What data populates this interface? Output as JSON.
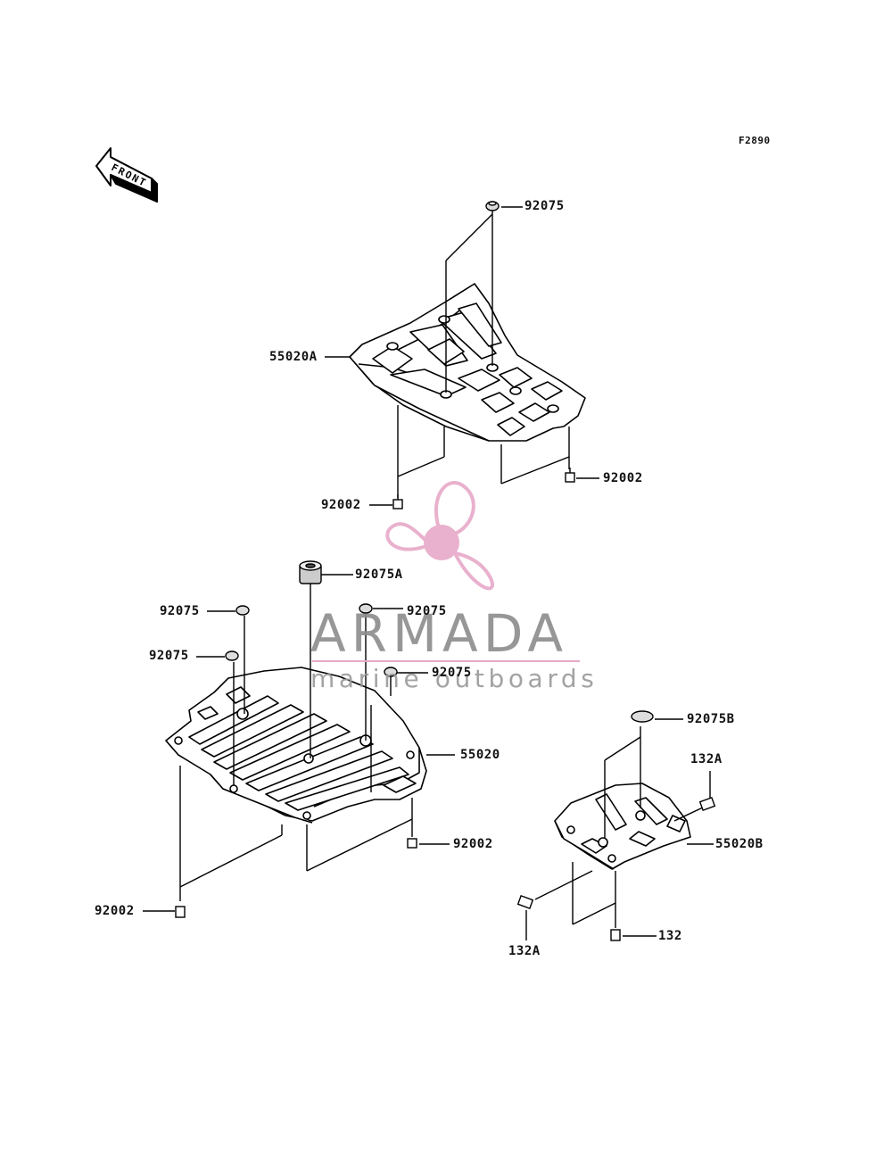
{
  "figure_code": "F2890",
  "front_indicator": "FRONT",
  "watermark": {
    "brand": "ARMADA",
    "tagline": "marine outboards",
    "logo": "propeller-logo",
    "color": "#e7a9c8"
  },
  "labels": {
    "top_nut": "92075",
    "top_plate": "55020A",
    "top_bolt_right": "92002",
    "top_bolt_left": "92002",
    "collar": "92075A",
    "mid_nut_left_1": "92075",
    "mid_nut_left_2": "92075",
    "mid_nut_center_1": "92075",
    "mid_nut_center_2": "92075",
    "mid_plate": "55020",
    "mid_bolt_right": "92002",
    "mid_bolt_left": "92002",
    "small_cap": "92075B",
    "small_bolt_top": "132A",
    "small_plate": "55020B",
    "small_bolt_bottom": "132",
    "small_bolt_left": "132A"
  }
}
